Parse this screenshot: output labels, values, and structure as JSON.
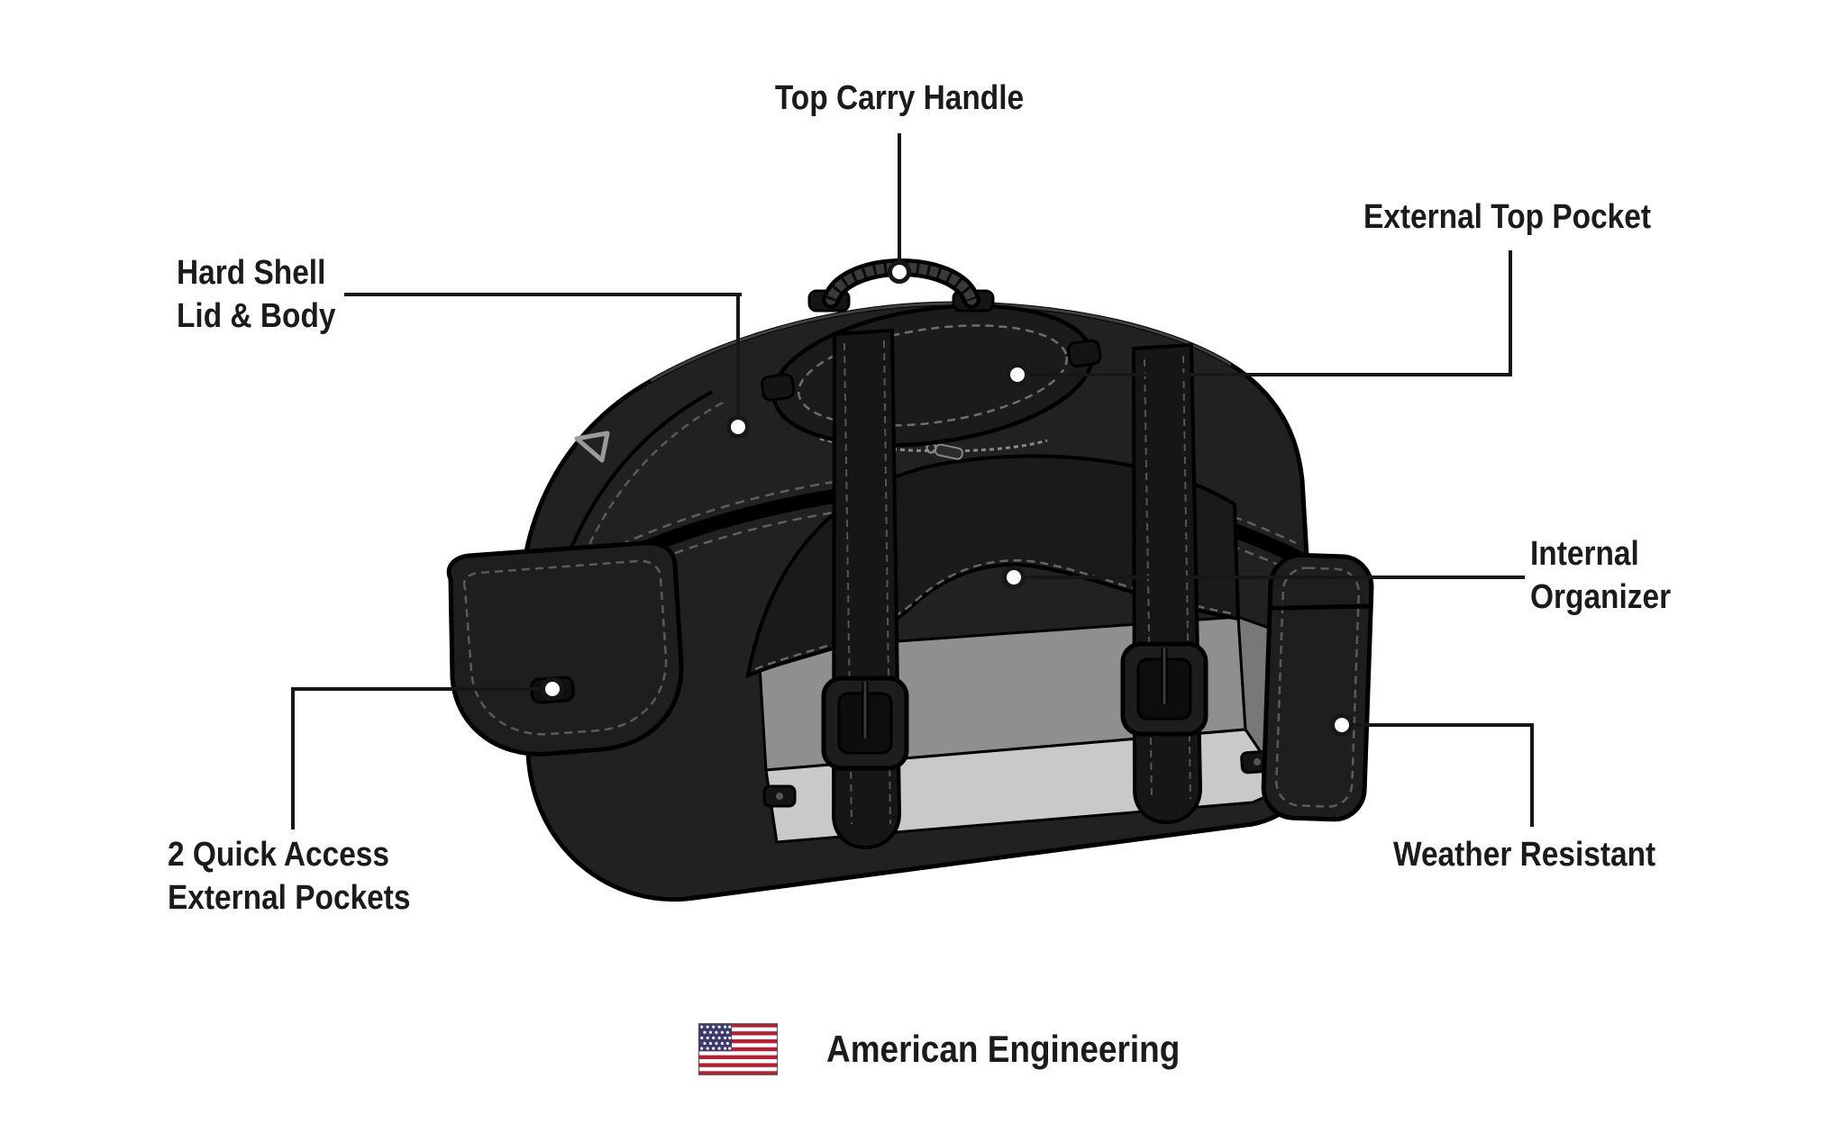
{
  "diagram": {
    "callouts": {
      "top_carry_handle": "Top Carry Handle",
      "external_top_pocket": "External Top Pocket",
      "hard_shell": {
        "line1": "Hard Shell",
        "line2": "Lid & Body"
      },
      "internal_organizer": {
        "line1": "Internal",
        "line2": "Organizer"
      },
      "quick_access": {
        "line1": "2 Quick Access",
        "line2": "External Pockets"
      },
      "weather_resistant": "Weather Resistant"
    },
    "footer": {
      "text": "American Engineering",
      "flag_icon": "us-flag-icon"
    },
    "colors": {
      "label_text": "#1b1b1b",
      "leader_line": "#171717",
      "bag_body": "#212121",
      "bag_outline": "#000000",
      "interior_light": "#c9c9c9",
      "interior_mid": "#8f8f8f",
      "flag_red": "#B22234",
      "flag_blue": "#3C3B6E"
    }
  }
}
